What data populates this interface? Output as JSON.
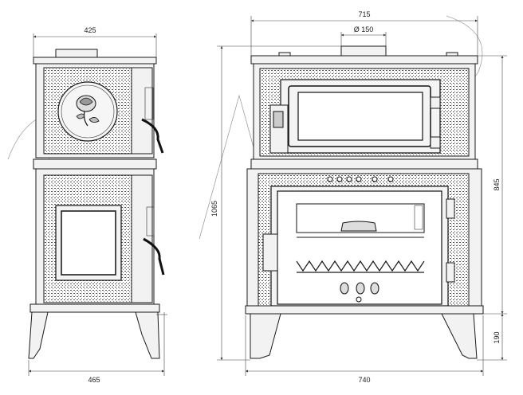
{
  "dimensions": {
    "side_top_width": "425",
    "side_bottom_width": "465",
    "front_top_width": "715",
    "flue_diameter": "Ø 150",
    "front_bottom_width": "740",
    "total_height": "1065",
    "upper_height": "845",
    "leg_height": "190"
  },
  "colors": {
    "line": "#1a1a1a",
    "panel": "#f2f2f2",
    "background": "#ffffff"
  }
}
